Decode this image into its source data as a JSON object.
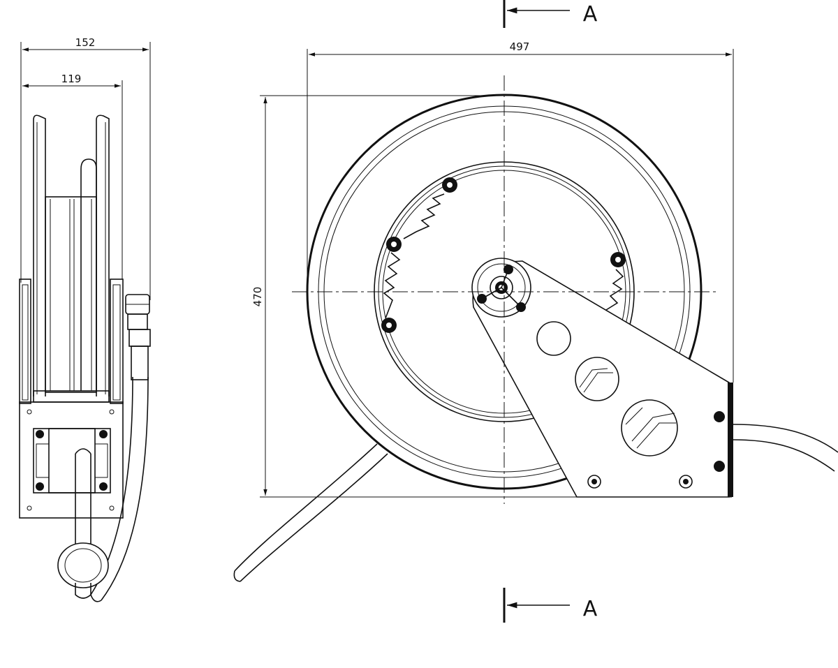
{
  "dimensions": {
    "side_outer_width": "152",
    "side_inner_width": "119",
    "front_width": "497",
    "front_height": "470"
  },
  "section_marks": {
    "top_label": "A",
    "bottom_label": "A"
  },
  "line_color": "#111111",
  "background_color": "#ffffff"
}
